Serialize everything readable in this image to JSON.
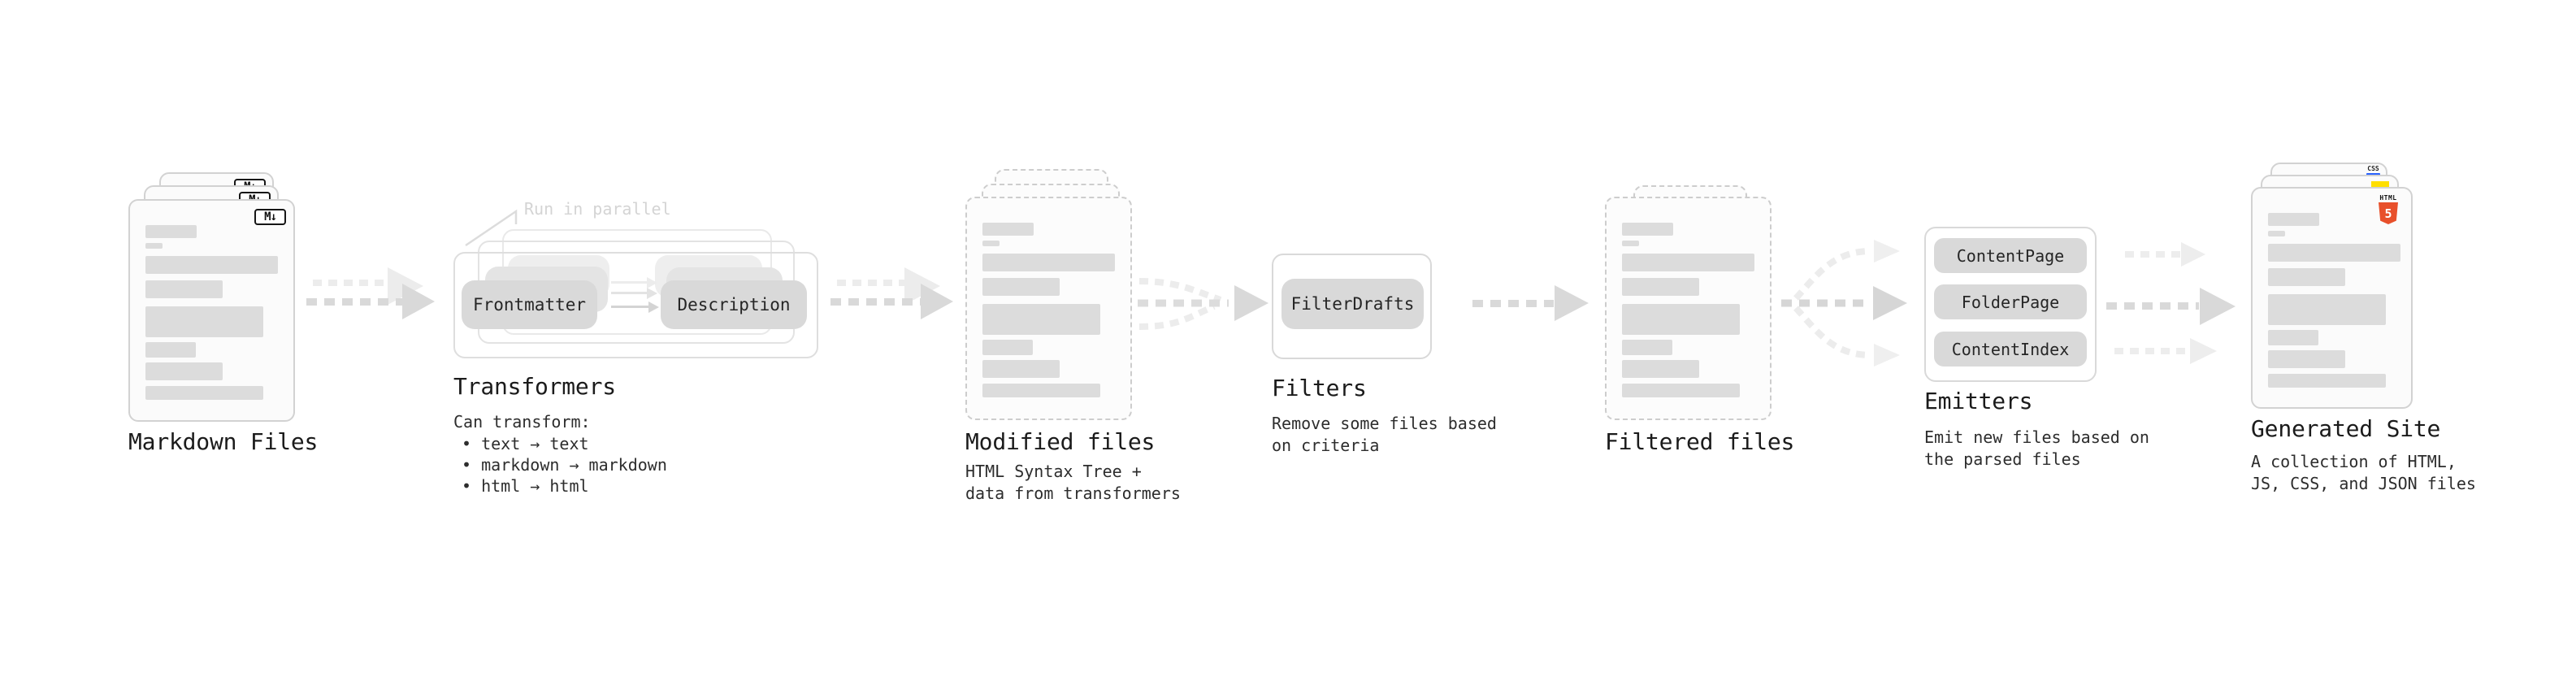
{
  "diagram": {
    "annotation_run_in_parallel": "Run in parallel",
    "sections": {
      "markdown": {
        "title": "Markdown Files",
        "badge": "M↓"
      },
      "transformers": {
        "title": "Transformers",
        "subtitle": "Can transform:",
        "bullets": [
          "• text → text",
          "• markdown → markdown",
          "• html → html"
        ],
        "pill_left": "Frontmatter",
        "pill_right": "Description"
      },
      "modified": {
        "title": "Modified files",
        "subtitle_lines": [
          "HTML Syntax Tree +",
          "data from transformers"
        ]
      },
      "filters": {
        "title": "Filters",
        "pill": "FilterDrafts",
        "subtitle_lines": [
          "Remove some files based",
          "on criteria"
        ]
      },
      "filtered": {
        "title": "Filtered files"
      },
      "emitters": {
        "title": "Emitters",
        "pills": [
          "ContentPage",
          "FolderPage",
          "ContentIndex"
        ],
        "subtitle_lines": [
          "Emit new files based on",
          "the parsed files"
        ]
      },
      "generated": {
        "title": "Generated Site",
        "subtitle_lines": [
          "A collection of HTML,",
          "JS, CSS, and JSON files"
        ],
        "badges": {
          "css": "CSS",
          "html_label": "HTML",
          "html_number": "5"
        }
      }
    },
    "colors": {
      "arrow_dark": "#d9d9d9",
      "arrow_light": "#ececec",
      "css_blue": "#2962ff",
      "js_yellow": "#ffdf00",
      "html_orange": "#e8502b"
    }
  }
}
